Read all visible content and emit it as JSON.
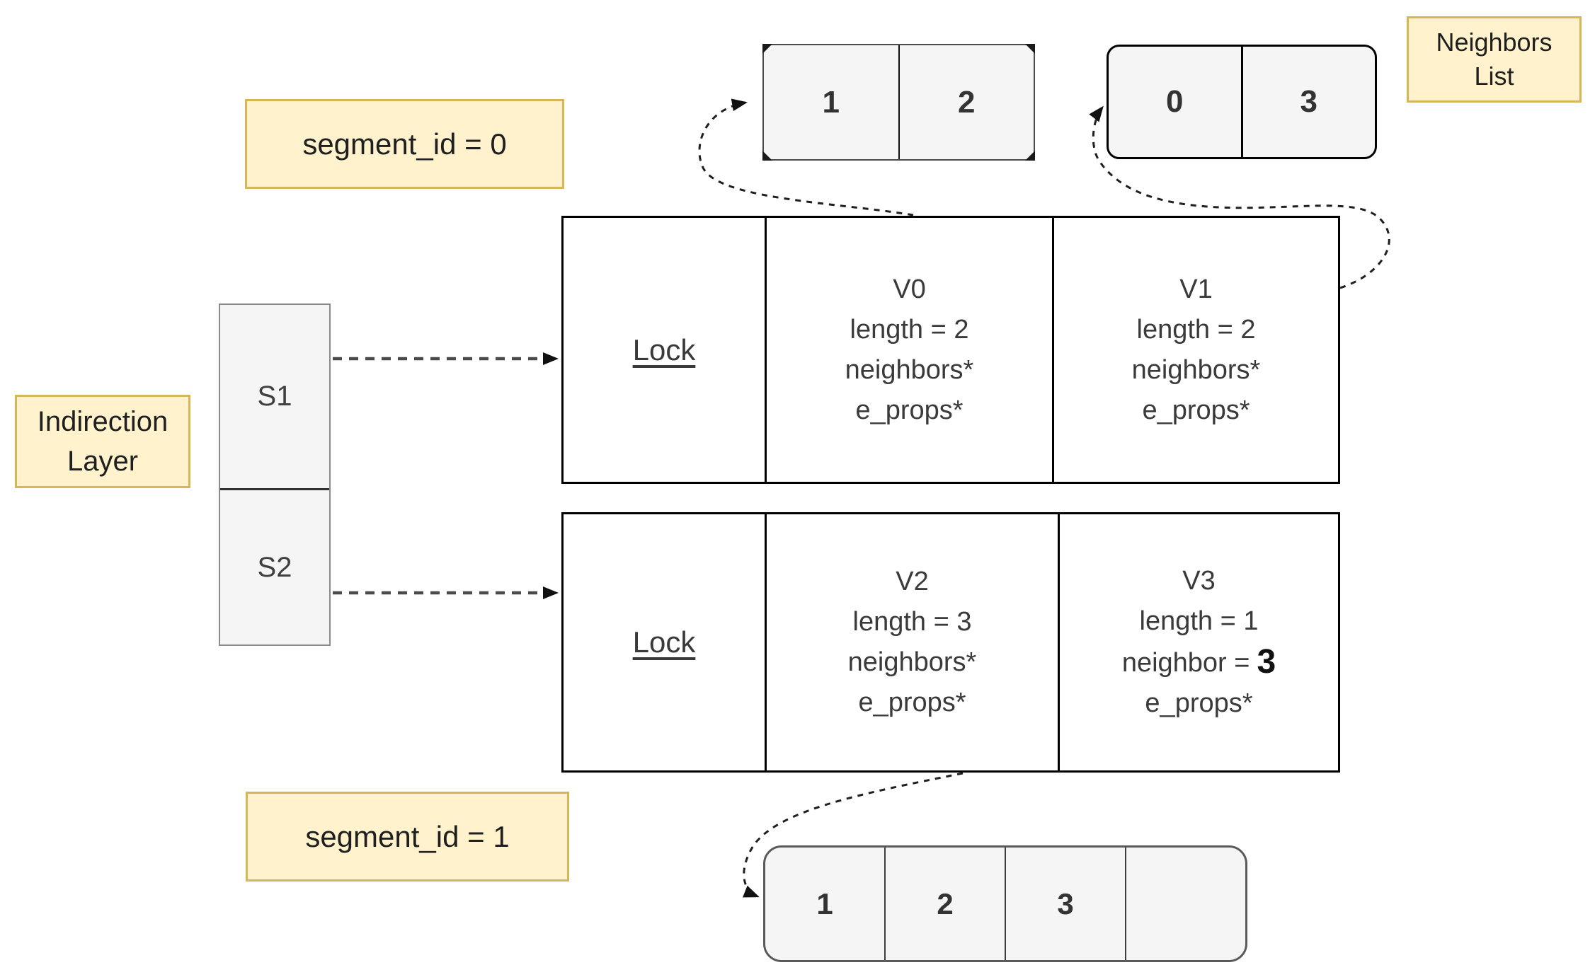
{
  "annotations": {
    "segment_id_0": "segment_id = 0",
    "segment_id_1": "segment_id = 1",
    "neighbors_list": {
      "line1": "Neighbors",
      "line2": "List"
    },
    "indirection_layer": {
      "line1": "Indirection",
      "line2": "Layer"
    }
  },
  "indirection_layer": {
    "slots": [
      "S1",
      "S2"
    ]
  },
  "segment0": {
    "lock": "Lock",
    "v0": {
      "name": "V0",
      "length": "length = 2",
      "neighbors": "neighbors*",
      "e_props": "e_props*"
    },
    "v1": {
      "name": "V1",
      "length": "length = 2",
      "neighbors": "neighbors*",
      "e_props": "e_props*"
    }
  },
  "segment1": {
    "lock": "Lock",
    "v2": {
      "name": "V2",
      "length": "length = 3",
      "neighbors": "neighbors*",
      "e_props": "e_props*"
    },
    "v3": {
      "name": "V3",
      "length": "length = 1",
      "neighbor_prefix": "neighbor =",
      "neighbor_value": "3",
      "e_props": "e_props*"
    }
  },
  "neighbor_lists": {
    "v0_list": [
      "1",
      "2"
    ],
    "v1_list": [
      "0",
      "3"
    ],
    "v2_list": [
      "1",
      "2",
      "3",
      ""
    ]
  },
  "colors": {
    "annotation_fill": "#FFF2CC",
    "annotation_border": "#D6B656",
    "list_fill": "#F5F5F5",
    "box_border": "#000000",
    "arrow": "#262626"
  }
}
